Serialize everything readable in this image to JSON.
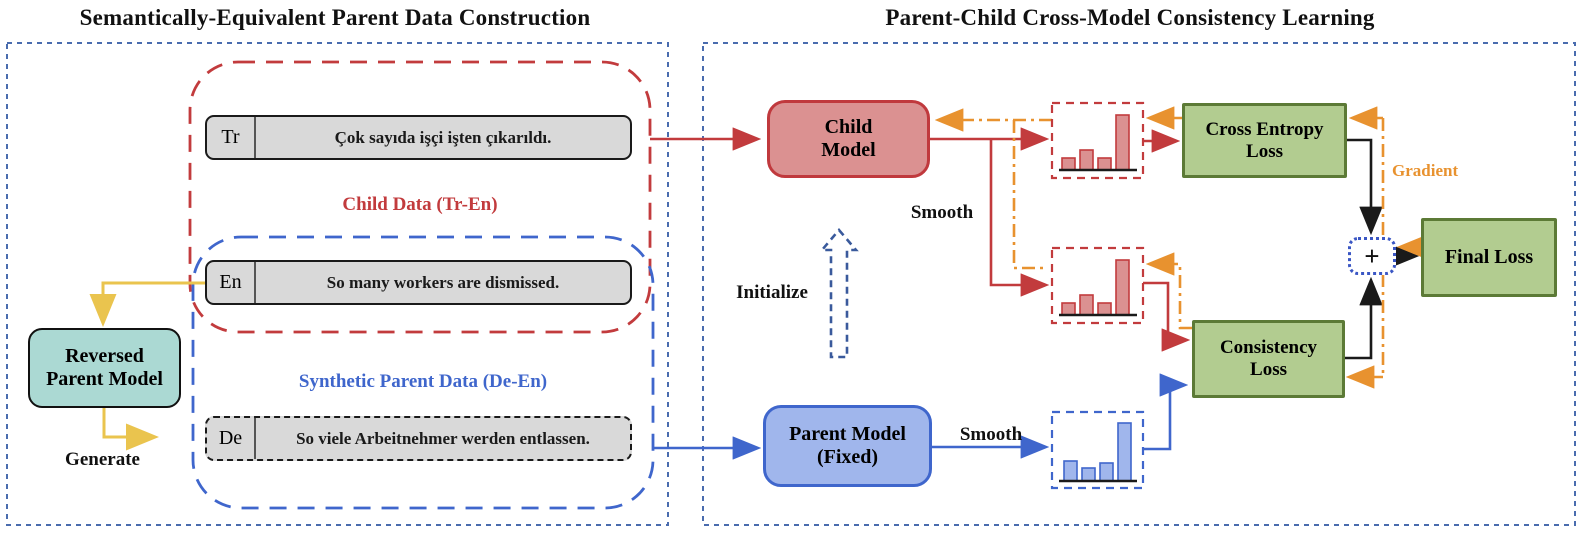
{
  "titles": {
    "left": "Semantically-Equivalent Parent Data Construction",
    "right": "Parent-Child Cross-Model Consistency Learning"
  },
  "left_panel": {
    "child_data_label": "Child Data (Tr-En)",
    "synthetic_data_label": "Synthetic Parent Data (De-En)",
    "rows": [
      {
        "tag": "Tr",
        "text": "Çok sayıda işçi işten çıkarıldı."
      },
      {
        "tag": "En",
        "text": "So many workers are dismissed."
      },
      {
        "tag": "De",
        "text": "So viele Arbeitnehmer werden entlassen."
      }
    ],
    "reversed_parent_model": {
      "line1": "Reversed",
      "line2": "Parent Model"
    },
    "generate_label": "Generate"
  },
  "right_panel": {
    "child_model": {
      "line1": "Child",
      "line2": "Model"
    },
    "parent_model": {
      "line1": "Parent Model",
      "line2": "(Fixed)"
    },
    "initialize_label": "Initialize",
    "smooth_label_top": "Smooth",
    "smooth_label_bottom": "Smooth",
    "cross_entropy_loss": {
      "line1": "Cross Entropy",
      "line2": "Loss"
    },
    "consistency_loss": {
      "line1": "Consistency",
      "line2": "Loss"
    },
    "final_loss": "Final Loss",
    "gradient_label": "Gradient",
    "plus_sign": "+"
  },
  "colors": {
    "red_accent": "#c23b3d",
    "red_fill": "#db9191",
    "blue_accent": "#3f66cc",
    "blue_fill": "#a0b6ec",
    "orange_gradient": "#e8922f",
    "green_fill": "#b2cc90",
    "green_border": "#5c7a36",
    "teal_fill": "#abd9d3",
    "yellow_arrow": "#eac44e",
    "panel_border": "#4a6cae",
    "gray_fill": "#d9d9d9"
  }
}
